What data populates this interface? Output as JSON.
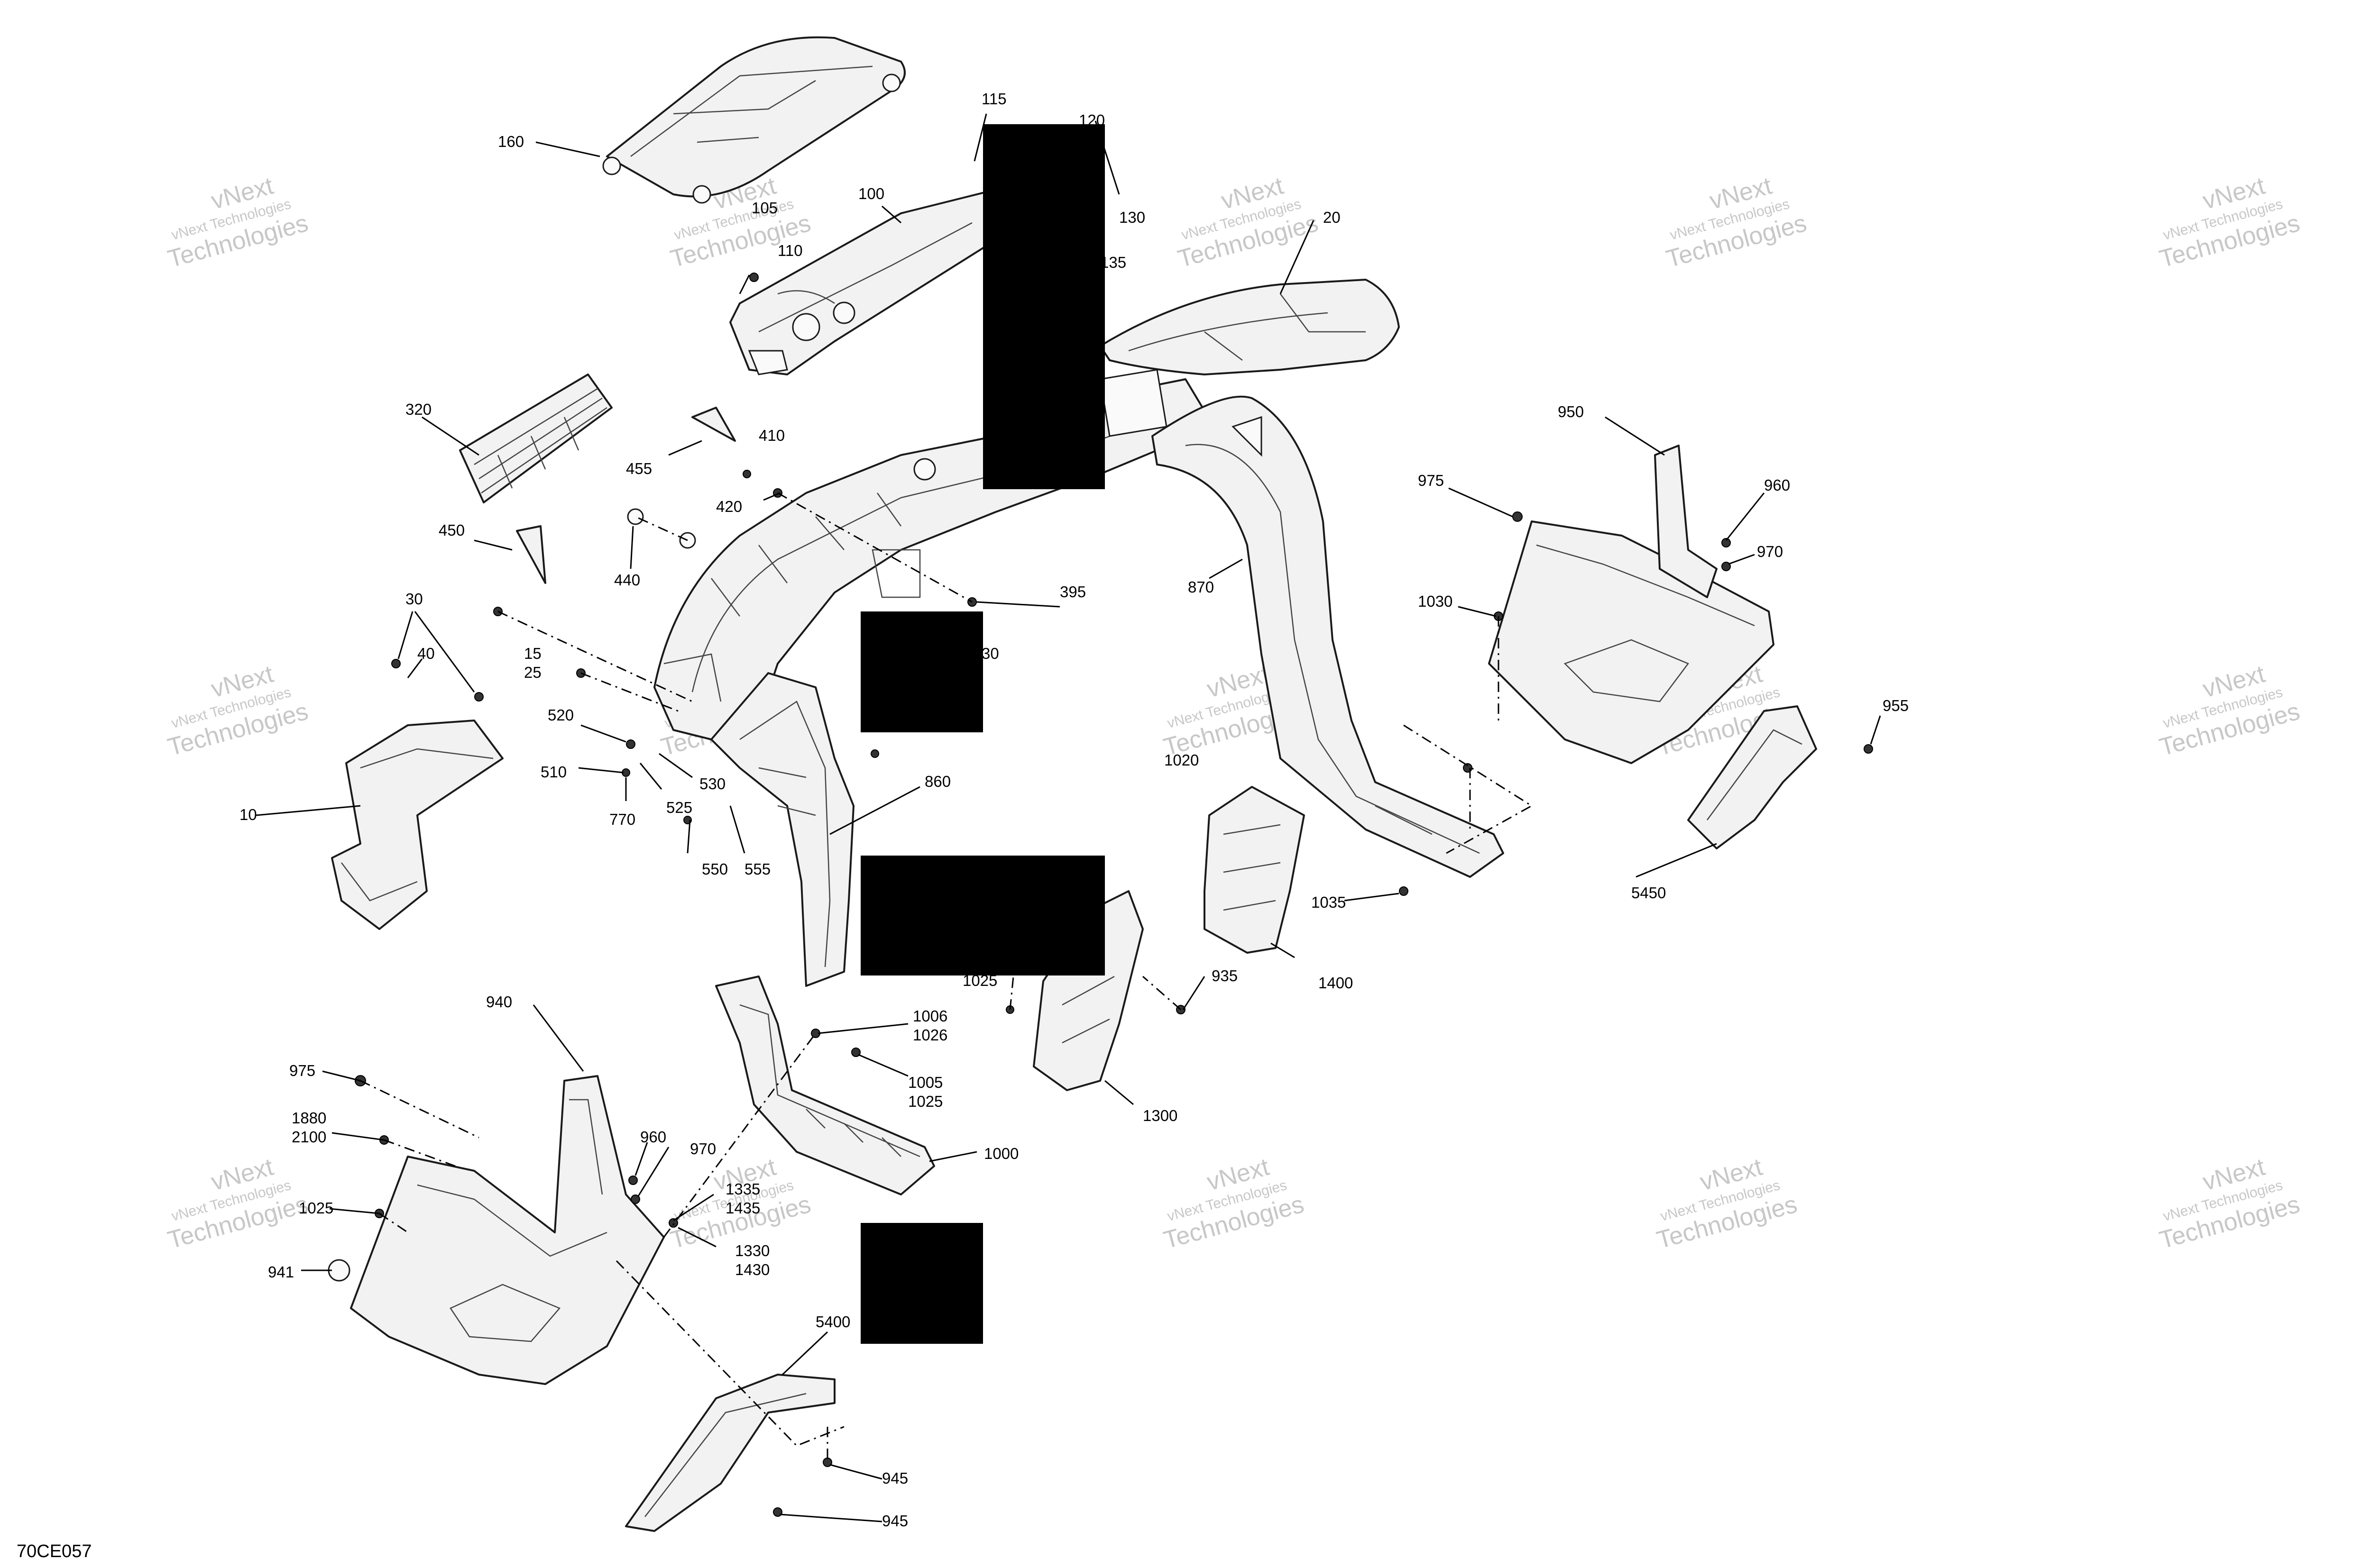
{
  "figure_ref": "70CE057",
  "watermark": {
    "line1": "vNext Technologies",
    "line2": "vNext",
    "line3": "Technologies"
  },
  "callouts": {
    "c160": "160",
    "c105": "105",
    "c110": "110",
    "c100": "100",
    "c115": "115",
    "c120": "120",
    "c130": "130",
    "c135": "135",
    "c20": "20",
    "c320": "320",
    "c455": "455",
    "c410": "410",
    "c420": "420",
    "c450": "450",
    "c440": "440",
    "c30": "30",
    "c40": "40",
    "c15": "15",
    "c25": "25",
    "c395": "395",
    "c30b": "30",
    "c870": "870",
    "c950": "950",
    "c975a": "975",
    "c960a": "960",
    "c970a": "970",
    "c1030": "1030",
    "c955": "955",
    "c520": "520",
    "c510": "510",
    "c530": "530",
    "c525": "525",
    "c770": "770",
    "c10": "10",
    "c860": "860",
    "c1020": "1020",
    "c550": "550",
    "c555": "555",
    "c1035": "1035",
    "c5450": "5450",
    "c1025a": "1025",
    "c935": "935",
    "c1400": "1400",
    "c1006": "1006",
    "c1026": "1026",
    "c1005": "1005",
    "c1025b": "1025",
    "c1300": "1300",
    "c1000": "1000",
    "c940": "940",
    "c975b": "975",
    "c1880": "1880",
    "c2100": "2100",
    "c1025c": "1025",
    "c960b": "960",
    "c970b": "970",
    "c1335": "1335",
    "c1435": "1435",
    "c1330": "1330",
    "c1430": "1430",
    "c941": "941",
    "c5400": "5400",
    "c945a": "945",
    "c945b": "945"
  }
}
